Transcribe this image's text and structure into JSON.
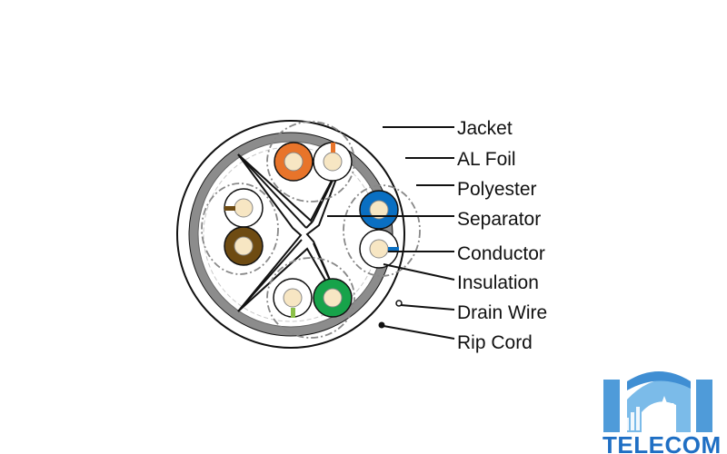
{
  "labels": {
    "jacket": "Jacket",
    "al_foil": "AL Foil",
    "polyester": "Polyester",
    "separator": "Separator",
    "conductor": "Conductor",
    "insulation": "Insulation",
    "drain_wire": "Drain Wire",
    "rip_cord": "Rip Cord"
  },
  "logo": {
    "text": "TELECOM"
  },
  "colors": {
    "jacket": "#8c8c8c",
    "outline": "#111111",
    "conductor": "#f7e6c3",
    "orange": "#e8742a",
    "blue": "#0a6fc2",
    "brown": "#6e4b12",
    "green": "#17a34a",
    "green_stripe": "#8cc04a",
    "logo_blue": "#1f6fc4"
  }
}
